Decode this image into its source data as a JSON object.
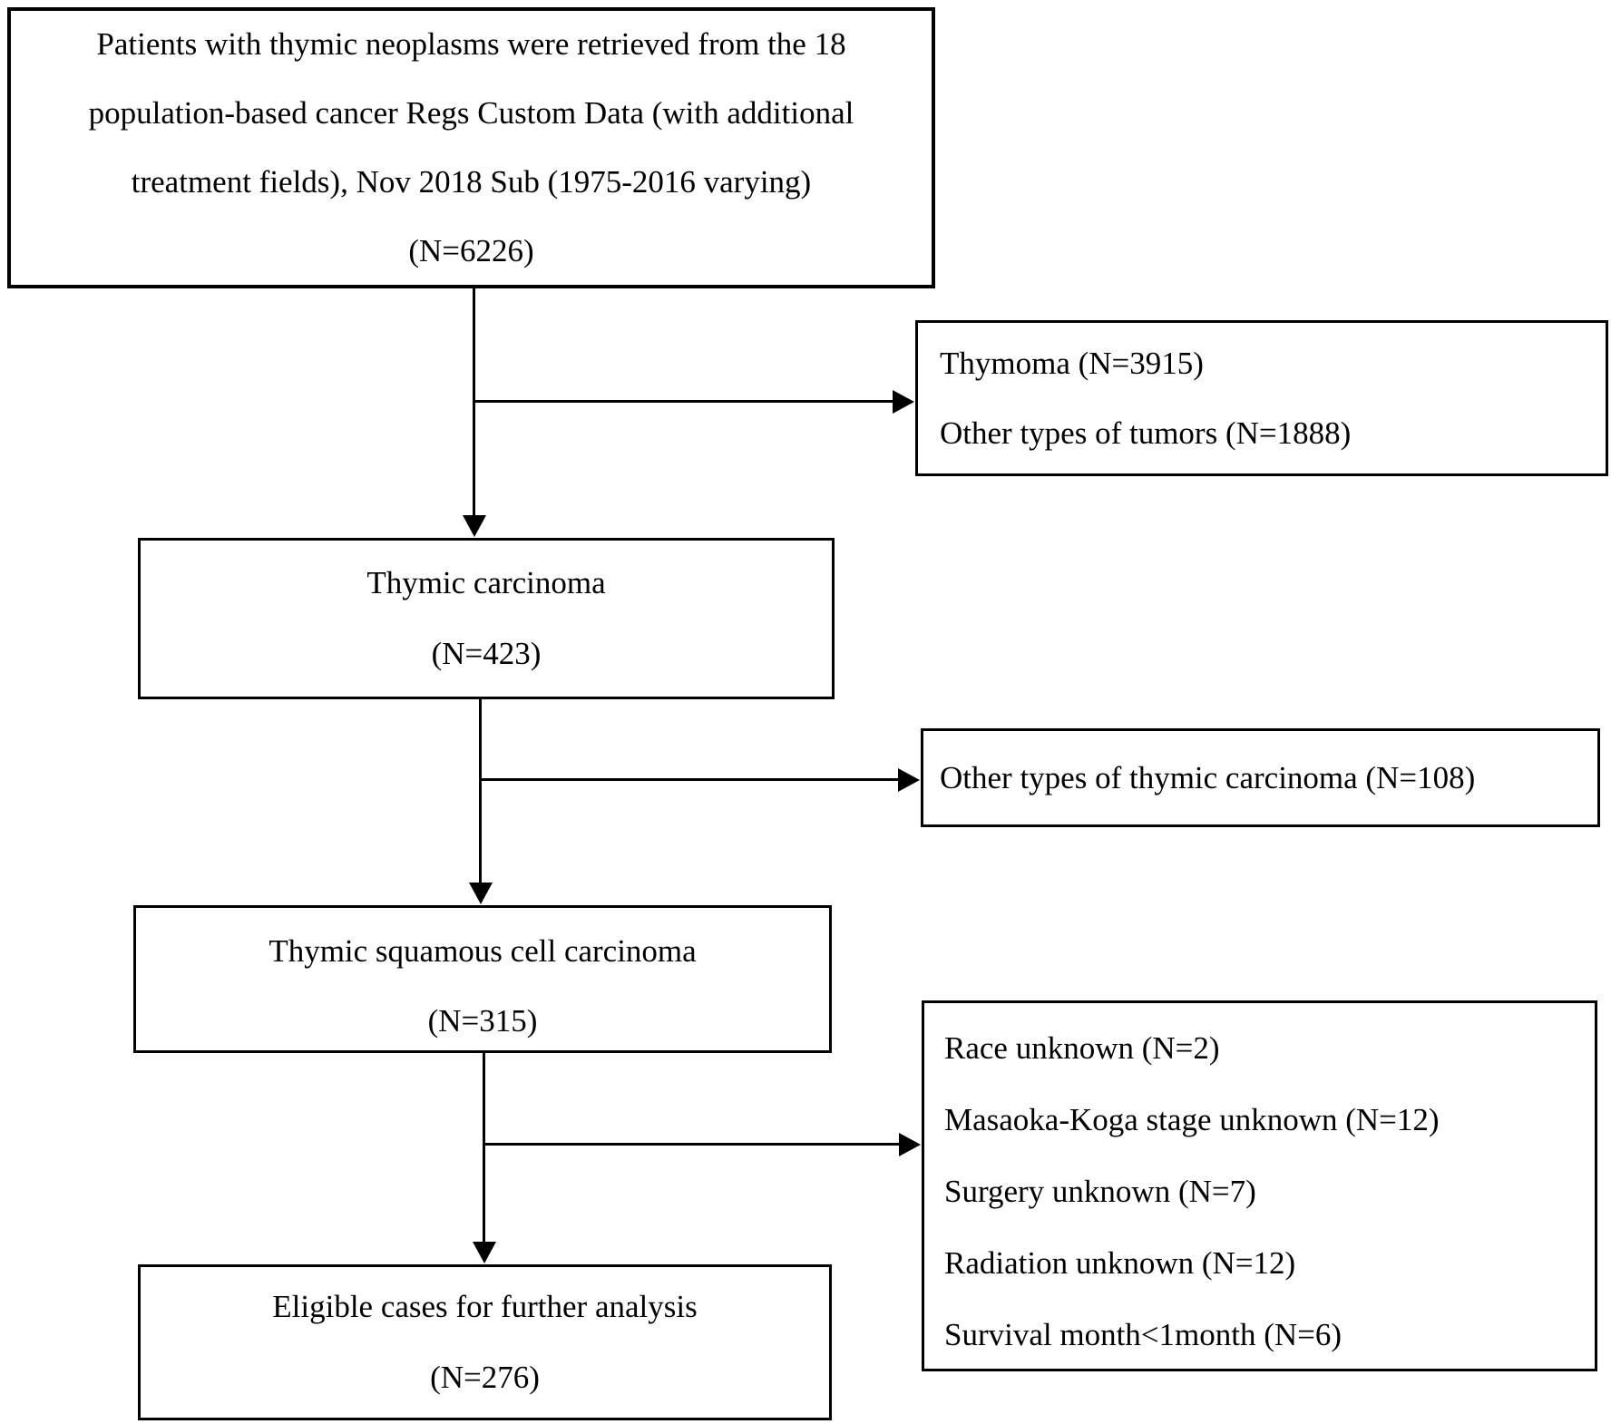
{
  "figure": {
    "type": "patient-selection-flowchart",
    "background_color": "#ffffff",
    "line_color": "#000000",
    "text_color": "#000000"
  },
  "boxes": {
    "source": {
      "lines": [
        "Patients with thymic neoplasms were retrieved from the 18",
        "population-based cancer Regs Custom Data (with additional",
        "treatment fields), Nov 2018 Sub (1975-2016 varying)",
        "(N=6226)"
      ],
      "n": 6226
    },
    "excluded_histology": {
      "lines": [
        "Thymoma (N=3915)",
        "Other types of tumors (N=1888)"
      ]
    },
    "thymic_carcinoma": {
      "lines": [
        "Thymic carcinoma",
        "(N=423)"
      ],
      "n": 423
    },
    "excluded_other_thymic": {
      "lines": [
        "Other types of thymic carcinoma (N=108)"
      ]
    },
    "thymic_squamous": {
      "lines": [
        "Thymic squamous cell carcinoma",
        "(N=315)"
      ],
      "n": 315
    },
    "excluded_missing_data": {
      "lines": [
        "Race unknown (N=2)",
        "Masaoka-Koga stage unknown (N=12)",
        "Surgery unknown (N=7)",
        "Radiation unknown (N=12)",
        "Survival month<1month (N=6)"
      ]
    },
    "eligible": {
      "lines": [
        "Eligible cases for further analysis",
        "(N=276)"
      ],
      "n": 276
    }
  }
}
